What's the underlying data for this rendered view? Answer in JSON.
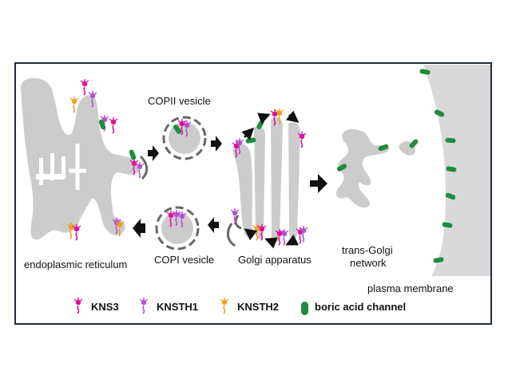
{
  "labels": {
    "copii": "COPII vesicle",
    "copi": "COPI vesicle",
    "er": "endoplasmic reticulum",
    "golgi": "Golgi apparatus",
    "tgn_line1": "trans-Golgi",
    "tgn_line2": "network",
    "pm": "plasma membrane"
  },
  "legend": [
    {
      "label": "KNS3",
      "icon": "kns3-icon",
      "color": "#e0109a"
    },
    {
      "label": "KNSTH1",
      "icon": "knsth1-icon",
      "color": "#b44fd6"
    },
    {
      "label": "KNSTH2",
      "icon": "knsth2-icon",
      "color": "#f0a020"
    },
    {
      "label": "boric acid channel",
      "icon": "channel-icon",
      "color": "#1e8c3e"
    }
  ],
  "colors": {
    "organelle": "#cccccc",
    "frame": "#1f2d3d",
    "arrow": "#111111",
    "coat": "#666666"
  }
}
